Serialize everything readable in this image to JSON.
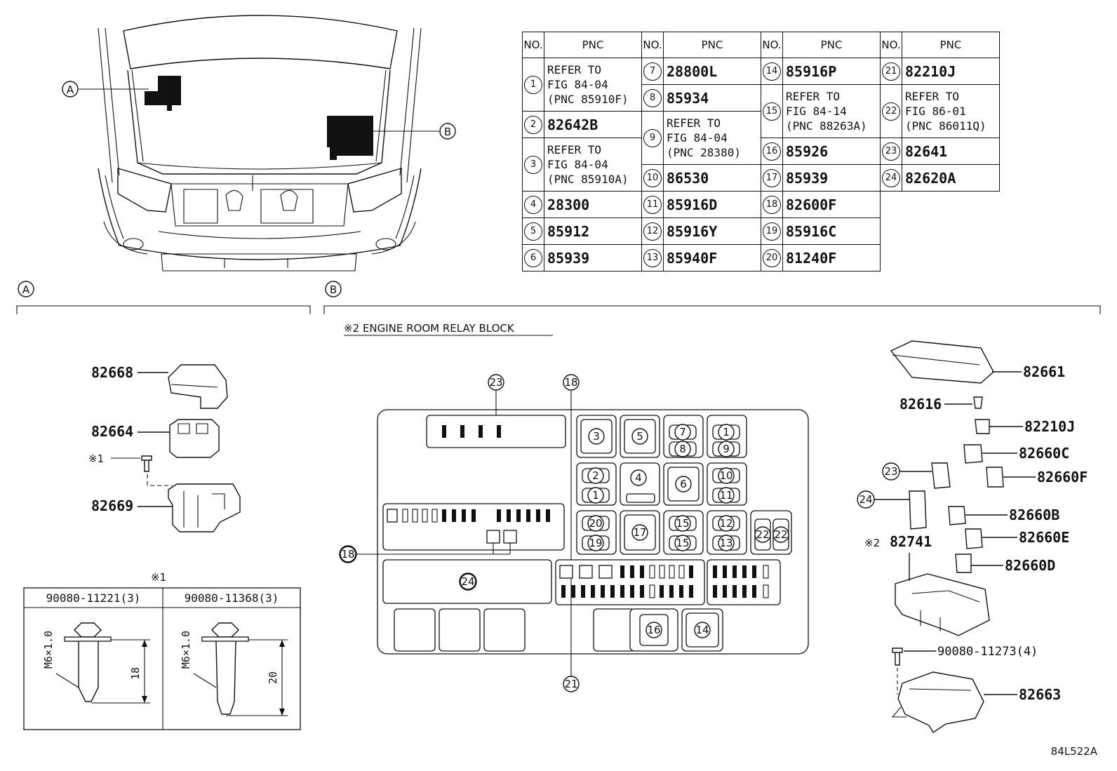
{
  "table": {
    "header_no": "NO.",
    "header_pnc": "PNC",
    "columns": [
      [
        {
          "no": "1",
          "pnc": "REFER TO\nFIG 84-04\n(PNC 85910F)"
        },
        {
          "no": "2",
          "pnc": "82642B"
        },
        {
          "no": "3",
          "pnc": "REFER TO\nFIG 84-04\n(PNC 85910A)"
        },
        {
          "no": "4",
          "pnc": "28300"
        },
        {
          "no": "5",
          "pnc": "85912"
        },
        {
          "no": "6",
          "pnc": "85939"
        }
      ],
      [
        {
          "no": "7",
          "pnc": "28800L"
        },
        {
          "no": "8",
          "pnc": "85934"
        },
        {
          "no": "9",
          "pnc": "REFER TO\nFIG 84-04\n(PNC 28380)"
        },
        {
          "no": "10",
          "pnc": "86530"
        },
        {
          "no": "11",
          "pnc": "85916D"
        },
        {
          "no": "12",
          "pnc": "85916Y"
        },
        {
          "no": "13",
          "pnc": "85940F"
        }
      ],
      [
        {
          "no": "14",
          "pnc": "85916P"
        },
        {
          "no": "15",
          "pnc": "REFER TO\nFIG 84-14\n(PNC 88263A)"
        },
        {
          "no": "16",
          "pnc": "85926"
        },
        {
          "no": "17",
          "pnc": "85939"
        },
        {
          "no": "18",
          "pnc": "82600F"
        },
        {
          "no": "19",
          "pnc": "85916C"
        },
        {
          "no": "20",
          "pnc": "81240F"
        }
      ],
      [
        {
          "no": "21",
          "pnc": "82210J"
        },
        {
          "no": "22",
          "pnc": "REFER TO\nFIG 86-01\n(PNC 86011Q)"
        },
        {
          "no": "23",
          "pnc": "82641"
        },
        {
          "no": "24",
          "pnc": "82620A"
        }
      ]
    ]
  },
  "callouts": {
    "a": "A",
    "b": "B"
  },
  "section_b_title": "※2 ENGINE ROOM RELAY BLOCK",
  "left_parts": {
    "p1": "82668",
    "p2": "82664",
    "p3": "82669",
    "bolt_ref": "※1"
  },
  "bolt_table": {
    "ref": "※1",
    "col1": "90080-11221(3)",
    "col2": "90080-11368(3)",
    "thread1": "M6×1.0",
    "thread2": "M6×1.0",
    "len1": "18",
    "len2": "20"
  },
  "right_parts": {
    "p1": "82661",
    "p2": "82616",
    "p3": "82210J",
    "p4": "82660C",
    "p5": "82660F",
    "p6": "82660B",
    "p7": "82660E",
    "p8": "82660D",
    "p9_ref": "※2",
    "p9": "82741",
    "p10": "90080-11273(4)",
    "p11": "82663",
    "c23": "23",
    "c24": "24"
  },
  "block_labels": [
    "23",
    "18",
    "18",
    "21",
    "24",
    "3",
    "5",
    "7",
    "8",
    "1",
    "9",
    "2",
    "1",
    "4",
    "6",
    "10",
    "11",
    "20",
    "19",
    "17",
    "15",
    "15",
    "12",
    "13",
    "22",
    "22",
    "16",
    "14"
  ],
  "figure_id": "84L522A"
}
